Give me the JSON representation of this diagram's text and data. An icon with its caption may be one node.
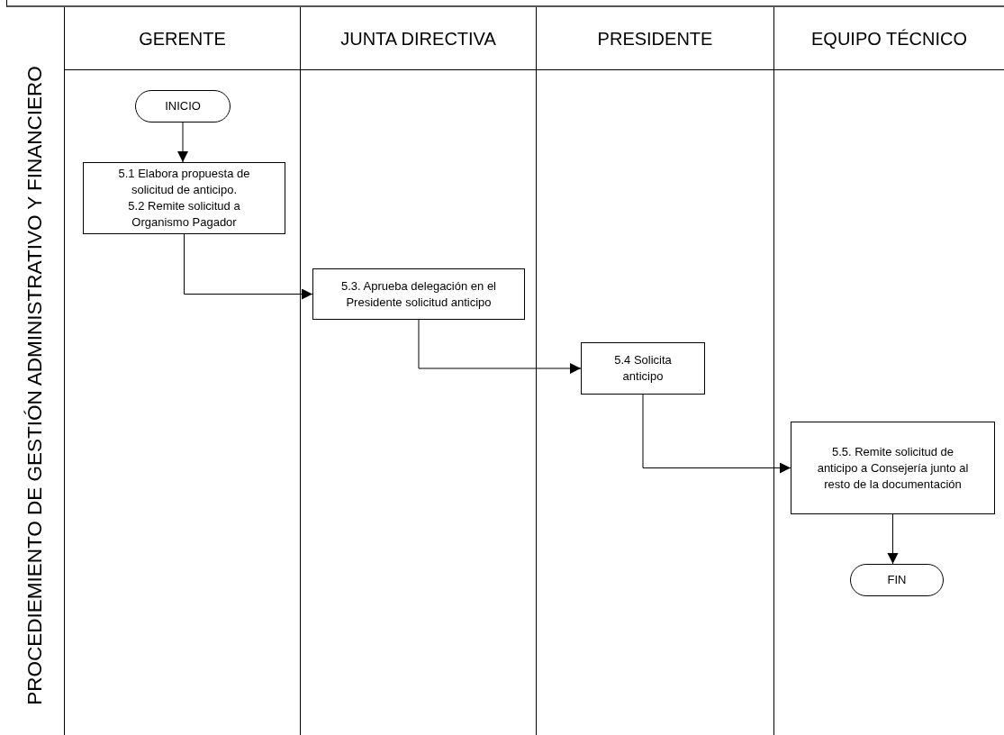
{
  "diagram": {
    "nodes": [
      {
        "text": [
          "PROCEDIEMIENTO DE GESTIÓN ADMINISTRATIVO Y FINANCIERO"
        ]
      },
      {
        "text": [
          "GERENTE"
        ]
      },
      {
        "text": [
          "JUNTA DIRECTIVA"
        ]
      },
      {
        "text": [
          "PRESIDENTE"
        ]
      },
      {
        "text": [
          "EQUIPO TÉCNICO"
        ]
      },
      {
        "text": [
          "INICIO"
        ],
        "in": 1
      },
      {
        "text": [
          "5.1 Elabora propuesta de solicitud de anticipo.",
          "5.2 Remite solicitud a Organismo Pagador"
        ],
        "in": 1
      },
      {
        "text": [
          "5.3. Aprueba delegación en el Presidente solicitud anticipo"
        ],
        "in": 2
      },
      {
        "text": [
          "5.4 Solicita anticipo"
        ],
        "in": 3
      },
      {
        "text": [
          "5.5. Remite solicitud de anticipo a Consejería junto al resto de la documentación"
        ],
        "in": 4
      },
      {
        "text": [
          "FIN"
        ],
        "in": 4
      }
    ],
    "edges": [
      {
        "from": 5,
        "to": 6,
        "arrow": "to"
      },
      {
        "from": 6,
        "to": 7,
        "arrow": "to"
      },
      {
        "from": 7,
        "to": 8,
        "arrow": "to"
      },
      {
        "from": 8,
        "to": 9,
        "arrow": "to"
      },
      {
        "from": 9,
        "to": 10,
        "arrow": "to"
      }
    ]
  }
}
